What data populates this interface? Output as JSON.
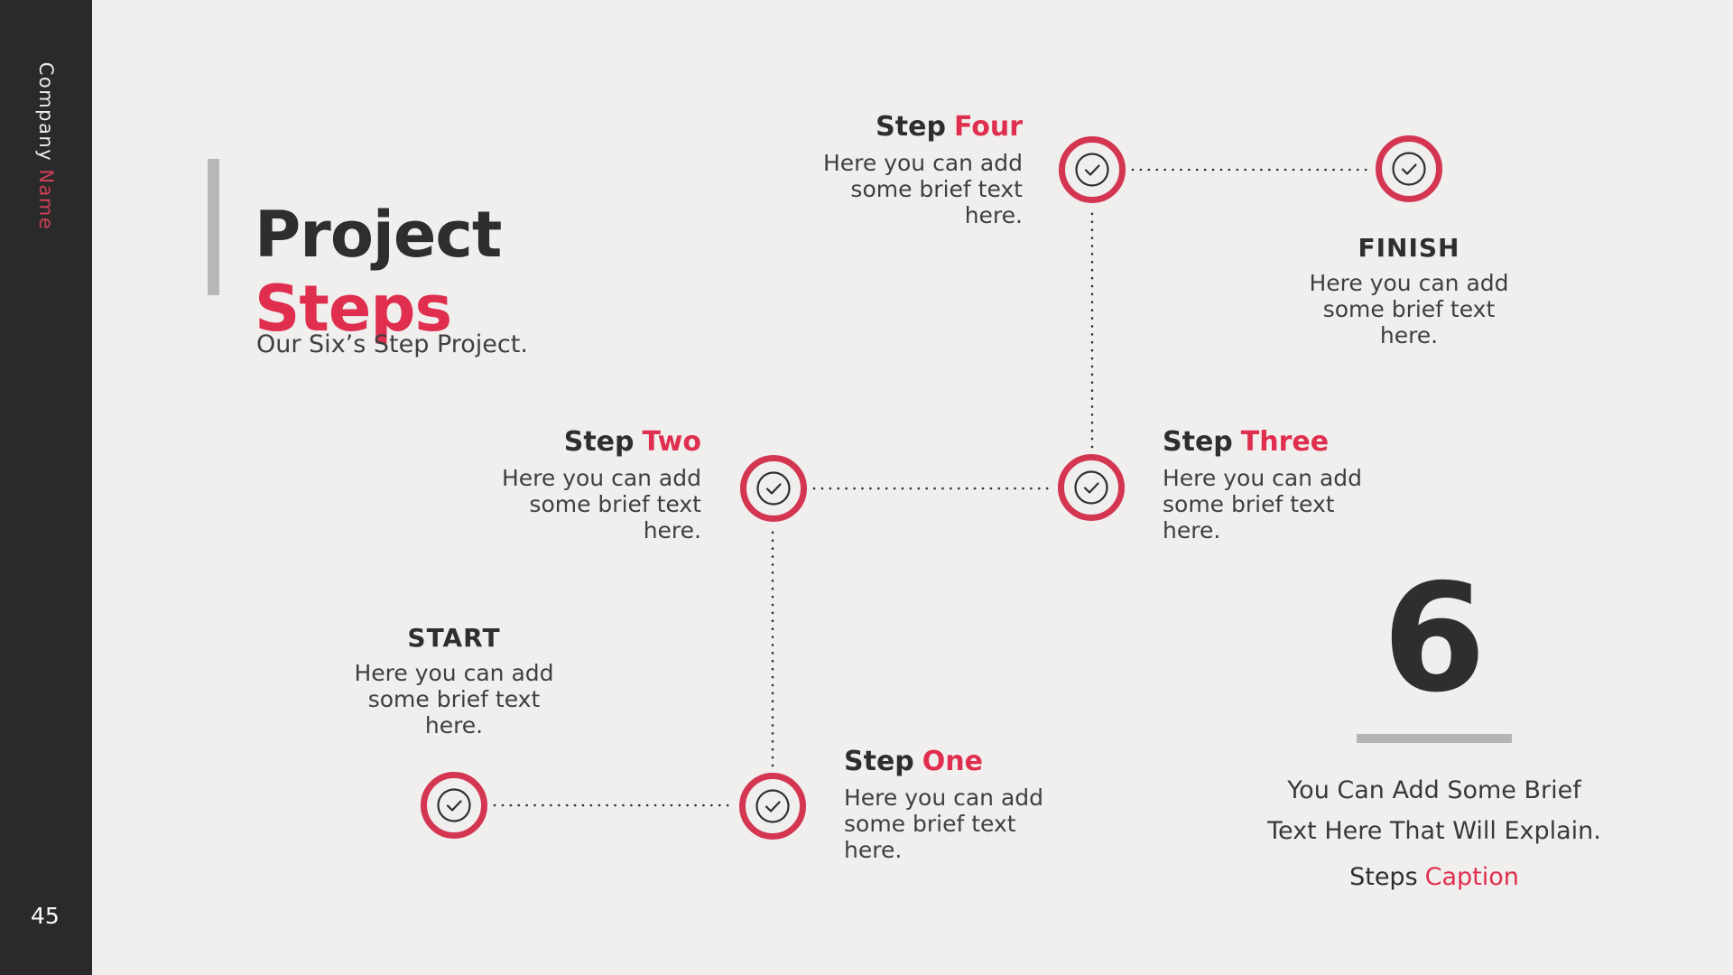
{
  "sidebar": {
    "company_name_primary": "Company",
    "company_name_accent": "Name",
    "page_number": "45"
  },
  "header": {
    "title_line1": "Project",
    "title_line2": "Steps",
    "subtitle": "Our Six’s Step Project."
  },
  "steps": [
    {
      "key": "start",
      "title_main": "START",
      "title_accent": "",
      "lines": [
        "Here you can add",
        "some brief text",
        "here."
      ]
    },
    {
      "key": "one",
      "title_main": "Step",
      "title_accent": "One",
      "lines": [
        "Here you can add",
        "some brief text",
        "here."
      ]
    },
    {
      "key": "two",
      "title_main": "Step",
      "title_accent": "Two",
      "lines": [
        "Here you can add",
        "some brief text",
        "here."
      ]
    },
    {
      "key": "three",
      "title_main": "Step",
      "title_accent": "Three",
      "lines": [
        "Here you can add",
        "some brief text",
        "here."
      ]
    },
    {
      "key": "four",
      "title_main": "Step",
      "title_accent": "Four",
      "lines": [
        "Here you can add",
        "some brief text",
        "here."
      ]
    },
    {
      "key": "finish",
      "title_main": "FINISH",
      "title_accent": "",
      "lines": [
        "Here you can add",
        "some brief text",
        "here."
      ]
    }
  ],
  "summary": {
    "number": "6",
    "line1": "You Can Add Some Brief",
    "line2": "Text Here That Will Explain.",
    "caption_main": "Steps",
    "caption_accent": "Caption"
  },
  "icons": {
    "step_marker": "check-circle-icon"
  },
  "colors": {
    "page_background": "#f0efee",
    "sidebar_background": "#2b2a2a",
    "dark_text": "#2f2d2e",
    "body_text": "#403e3f",
    "accent_red_text": "#e02e4e",
    "accent_red_ring": "#d43551",
    "title_bar_gray": "#b9b8b8",
    "divider_gray": "#b5b4b4"
  }
}
